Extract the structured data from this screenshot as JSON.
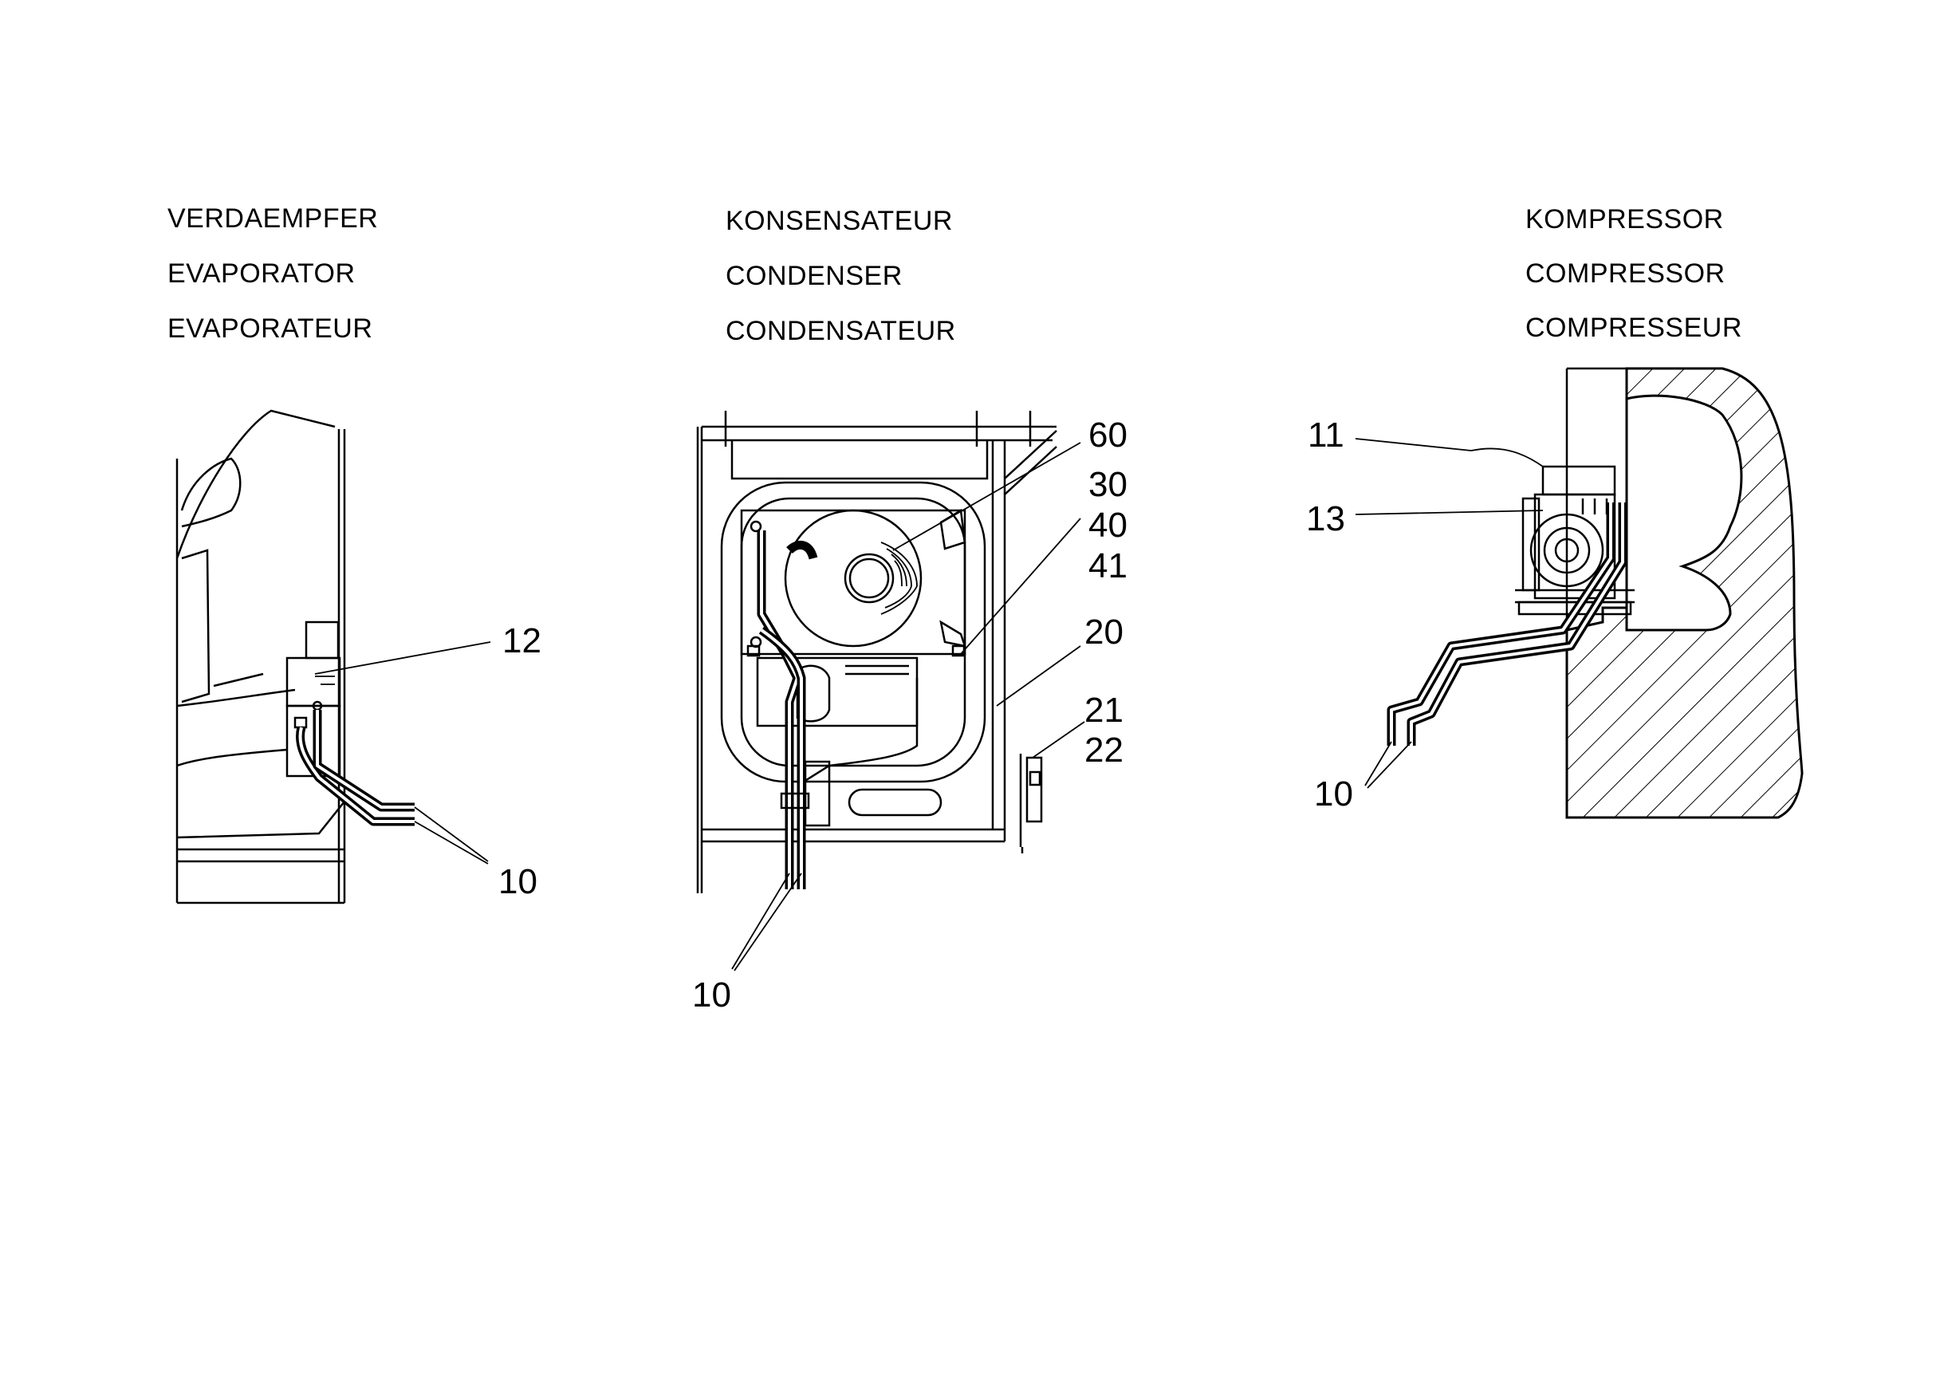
{
  "panels": [
    {
      "id": "evaporator",
      "titles": [
        "VERDAEMPFER",
        "EVAPORATOR",
        "EVAPORATEUR"
      ],
      "callouts": [
        "12",
        "10"
      ]
    },
    {
      "id": "condenser",
      "titles": [
        "KONSENSATEUR",
        "CONDENSER",
        "CONDENSATEUR"
      ],
      "callouts": [
        "60",
        "30",
        "40",
        "41",
        "20",
        "21",
        "22",
        "10"
      ]
    },
    {
      "id": "compressor",
      "titles": [
        "KOMPRESSOR",
        "COMPRESSOR",
        "COMPRESSEUR"
      ],
      "callouts": [
        "11",
        "13",
        "10"
      ]
    }
  ]
}
